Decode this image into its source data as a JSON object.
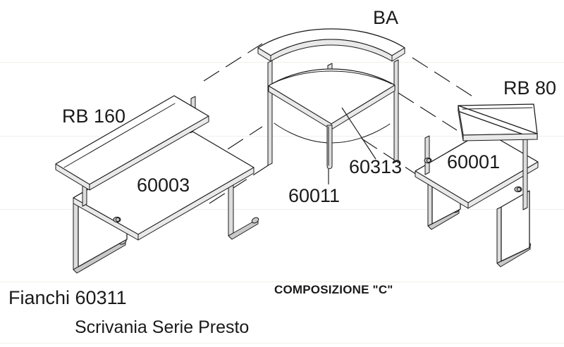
{
  "drawing": {
    "title_caption": "Scrivania Serie Presto",
    "composition_caption": "COMPOSIZIONE \"C\"",
    "background_rule_color": "#f2efe9",
    "line_color": "#1a1a1a",
    "fill_color": "#ffffff"
  },
  "labels": {
    "ba": "BA",
    "rb160": "RB 160",
    "rb80": "RB 80",
    "code_60003": "60003",
    "code_60001": "60001",
    "code_60313": "60313",
    "code_60011": "60011",
    "fianchi": "Fianchi 60311",
    "composizione": "COMPOSIZIONE \"C\"",
    "serie": "Scrivania Serie Presto"
  },
  "parts": [
    {
      "code": "BA",
      "name": "mensola-curva-ba",
      "label": "BA"
    },
    {
      "code": "RB 160",
      "name": "mensola-rialzo-160",
      "label": "RB 160"
    },
    {
      "code": "RB 80",
      "name": "mensola-rialzo-80",
      "label": "RB 80"
    },
    {
      "code": "60003",
      "name": "scrivania-lineare-sinistra",
      "label": "60003"
    },
    {
      "code": "60001",
      "name": "scrivania-lineare-destra",
      "label": "60001"
    },
    {
      "code": "60313",
      "name": "piano-angolo",
      "label": "60313"
    },
    {
      "code": "60011",
      "name": "gamba-centrale",
      "label": "60011"
    },
    {
      "code": "60311",
      "name": "fianchi",
      "label": "Fianchi 60311"
    }
  ]
}
